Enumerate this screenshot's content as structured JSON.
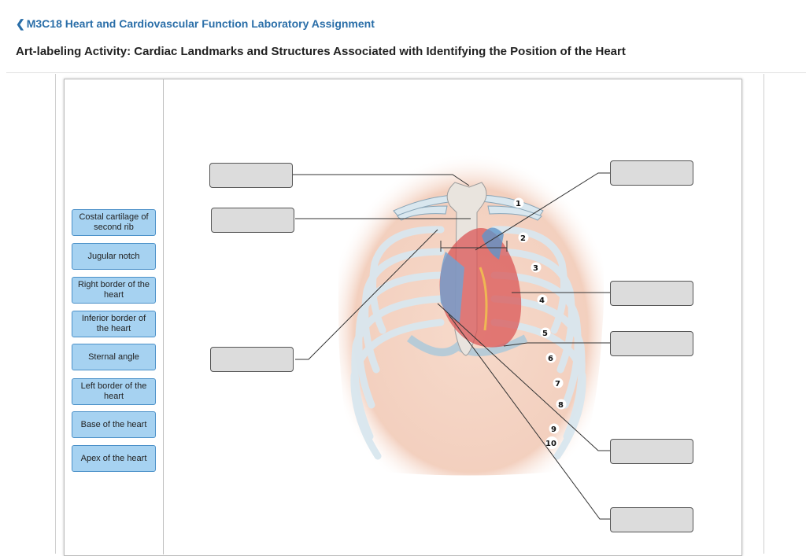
{
  "header": {
    "back_label": "M3C18 Heart and Cardiovascular Function Laboratory Assignment",
    "title": "Art-labeling Activity: Cardiac Landmarks and Structures Associated with Identifying the Position of the Heart"
  },
  "label_bank": [
    "Costal cartilage of second rib",
    "Jugular notch",
    "Right border of the heart",
    "Inferior border of the heart",
    "Sternal angle",
    "Left border of the heart",
    "Base of the heart",
    "Apex of the heart"
  ],
  "rib_numbers": [
    "1",
    "2",
    "3",
    "4",
    "5",
    "6",
    "7",
    "8",
    "9",
    "10"
  ],
  "colors": {
    "chip_fill": "#a6d2f1",
    "chip_border": "#4a90c8",
    "drop_fill": "#dcdcdc",
    "link": "#2a6ea8"
  }
}
